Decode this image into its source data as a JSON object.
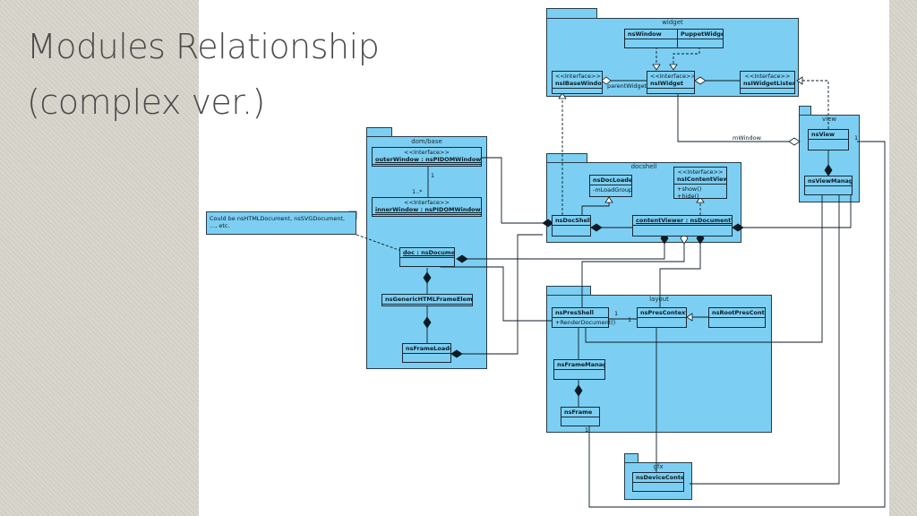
{
  "slide": {
    "title_line1": "Modules Relationship",
    "title_line2": "(complex ver.)"
  },
  "note": "Could be nsHTMLDocument, nsSVGDocument, ..., etc.",
  "packages": {
    "widget": "widget",
    "view": "view",
    "dombase": "dom/base",
    "docshell": "docshell",
    "layout": "layout",
    "gfx": "gfx"
  },
  "classes": {
    "nsWindow": "nsWindow",
    "PuppetWidget": "PuppetWidget",
    "nsIBaseWindow_st": "<<Interface>>",
    "nsIBaseWindow": "nsIBaseWindow",
    "nsIWidget_st": "<<Interface>>",
    "nsIWidget": "nsIWidget",
    "nsIWidgetListener_st": "<<Interface>>",
    "nsIWidgetListener": "nsIWidgetListene",
    "nsView": "nsView",
    "nsViewManager": "nsViewManager",
    "outerWindow_st": "<<Interface>>",
    "outerWindow": "outerWindow : nsPIDOMWindowOuter",
    "innerWindow_st": "<<Interface>>",
    "innerWindow": "innerWindow : nsPIDOMWindowInner",
    "doc": "doc : nsDocument",
    "nsGenericHTMLFrameElement": "nsGenericHTMLFrameElement",
    "nsFrameLoader": "nsFrameLoader",
    "nsDocLoader": "nsDocLoader",
    "nsDocLoader_op": "-mLoadGroup",
    "nsIContentViewer_st": "<<Interface>>",
    "nsIContentViewer": "nsIContentViewer",
    "nsIContentViewer_op1": "+show()",
    "nsIContentViewer_op2": "+hide()",
    "nsDocShell": "nsDocShell",
    "contentViewer": "contentViewer : nsDocumentViewer",
    "nsPresShell": "nsPresShell",
    "nsPresShell_op": "+RenderDocument()",
    "nsPresContext": "nsPresContext",
    "nsRootPresContext": "nsRootPresContext",
    "nsFrameManager": "nsFrameManager",
    "nsFrame": "nsFrame",
    "nsDeviceContext": "nsDeviceContext"
  },
  "labels": {
    "parentWidget": "parentWidget",
    "mWindow": "mWindow",
    "mult_view_1": "1",
    "mult_outer_1": "1",
    "mult_inner_many": "1..*",
    "mult_pres_1a": "1",
    "mult_pres_1b": "1",
    "mult_frame_1": "1"
  }
}
